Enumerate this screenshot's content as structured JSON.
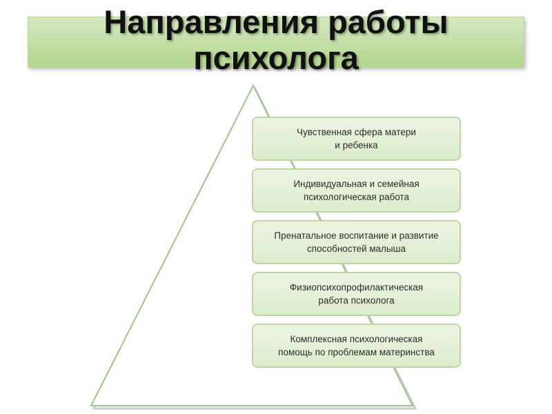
{
  "title": "Направления работы\nпсихолога",
  "items": [
    {
      "label": "Чувственная сфера матери\nи ребенка"
    },
    {
      "label": "Индивидуальная и семейная\nпсихологическая  работа"
    },
    {
      "label": "Пренатальное воспитание и развитие\nспособностей малыша"
    },
    {
      "label": "Физиопсихопрофилактическая\nработа психолога"
    },
    {
      "label": "Комплексная психологическая\nпомощь по проблемам материнства"
    }
  ],
  "colors": {
    "banner": "#c2dfa5",
    "box_fill": "#dceccd",
    "box_border": "#bcd6a2",
    "pyramid_stroke": "#9fc489"
  }
}
